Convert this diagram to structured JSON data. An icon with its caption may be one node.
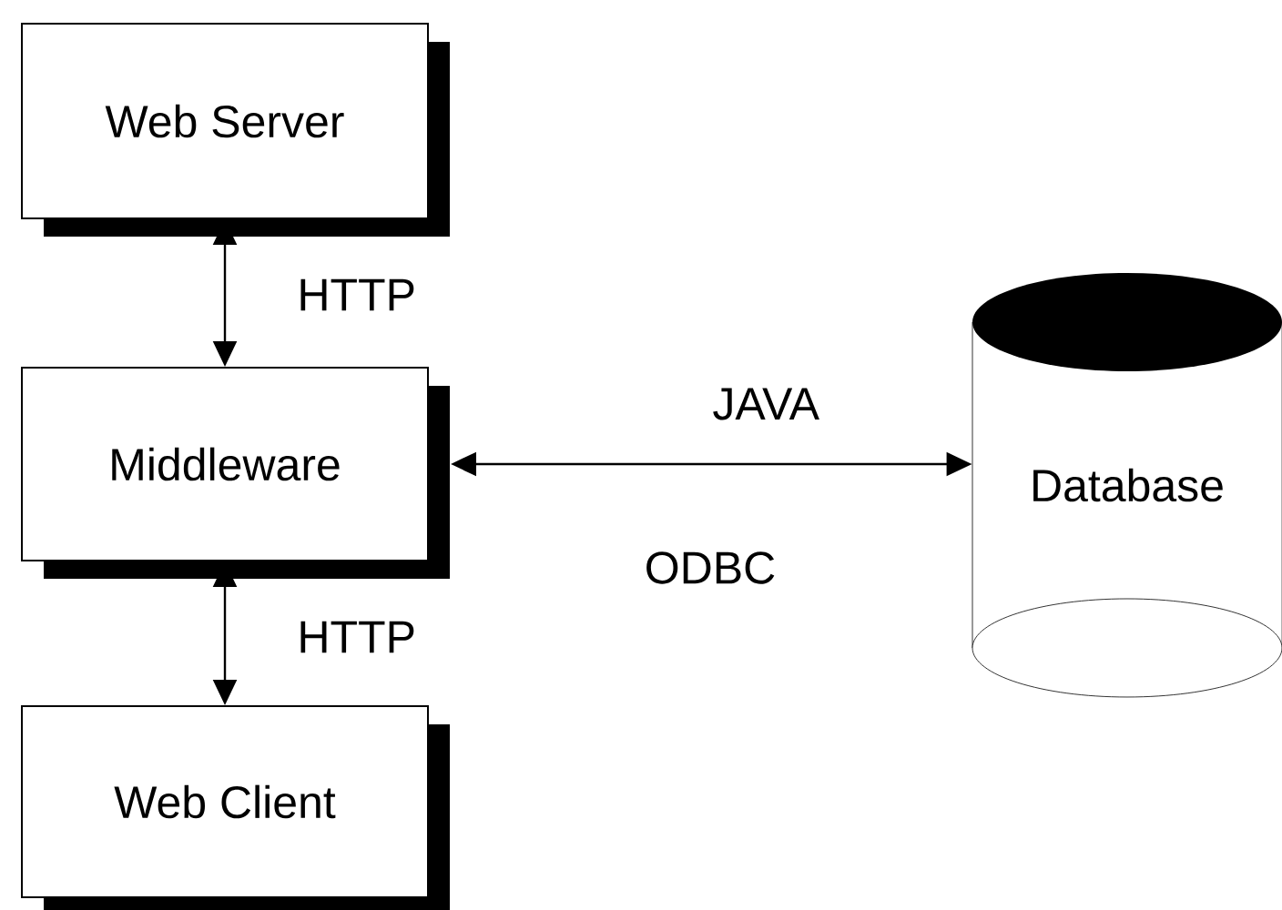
{
  "diagram": {
    "nodes": [
      {
        "text": [
          "Web Server"
        ]
      },
      {
        "text": [
          "Middleware"
        ]
      },
      {
        "text": [
          "Web Client"
        ]
      },
      {
        "text": [
          "Database"
        ]
      }
    ],
    "edges": [
      {
        "from": 0,
        "to": 1,
        "arrow": "both",
        "label": "HTTP"
      },
      {
        "from": 1,
        "to": 2,
        "arrow": "both",
        "label": "HTTP"
      },
      {
        "from": 1,
        "to": 3,
        "arrow": "both",
        "label": "JAVA"
      }
    ],
    "labels": [
      "ODBC"
    ]
  }
}
